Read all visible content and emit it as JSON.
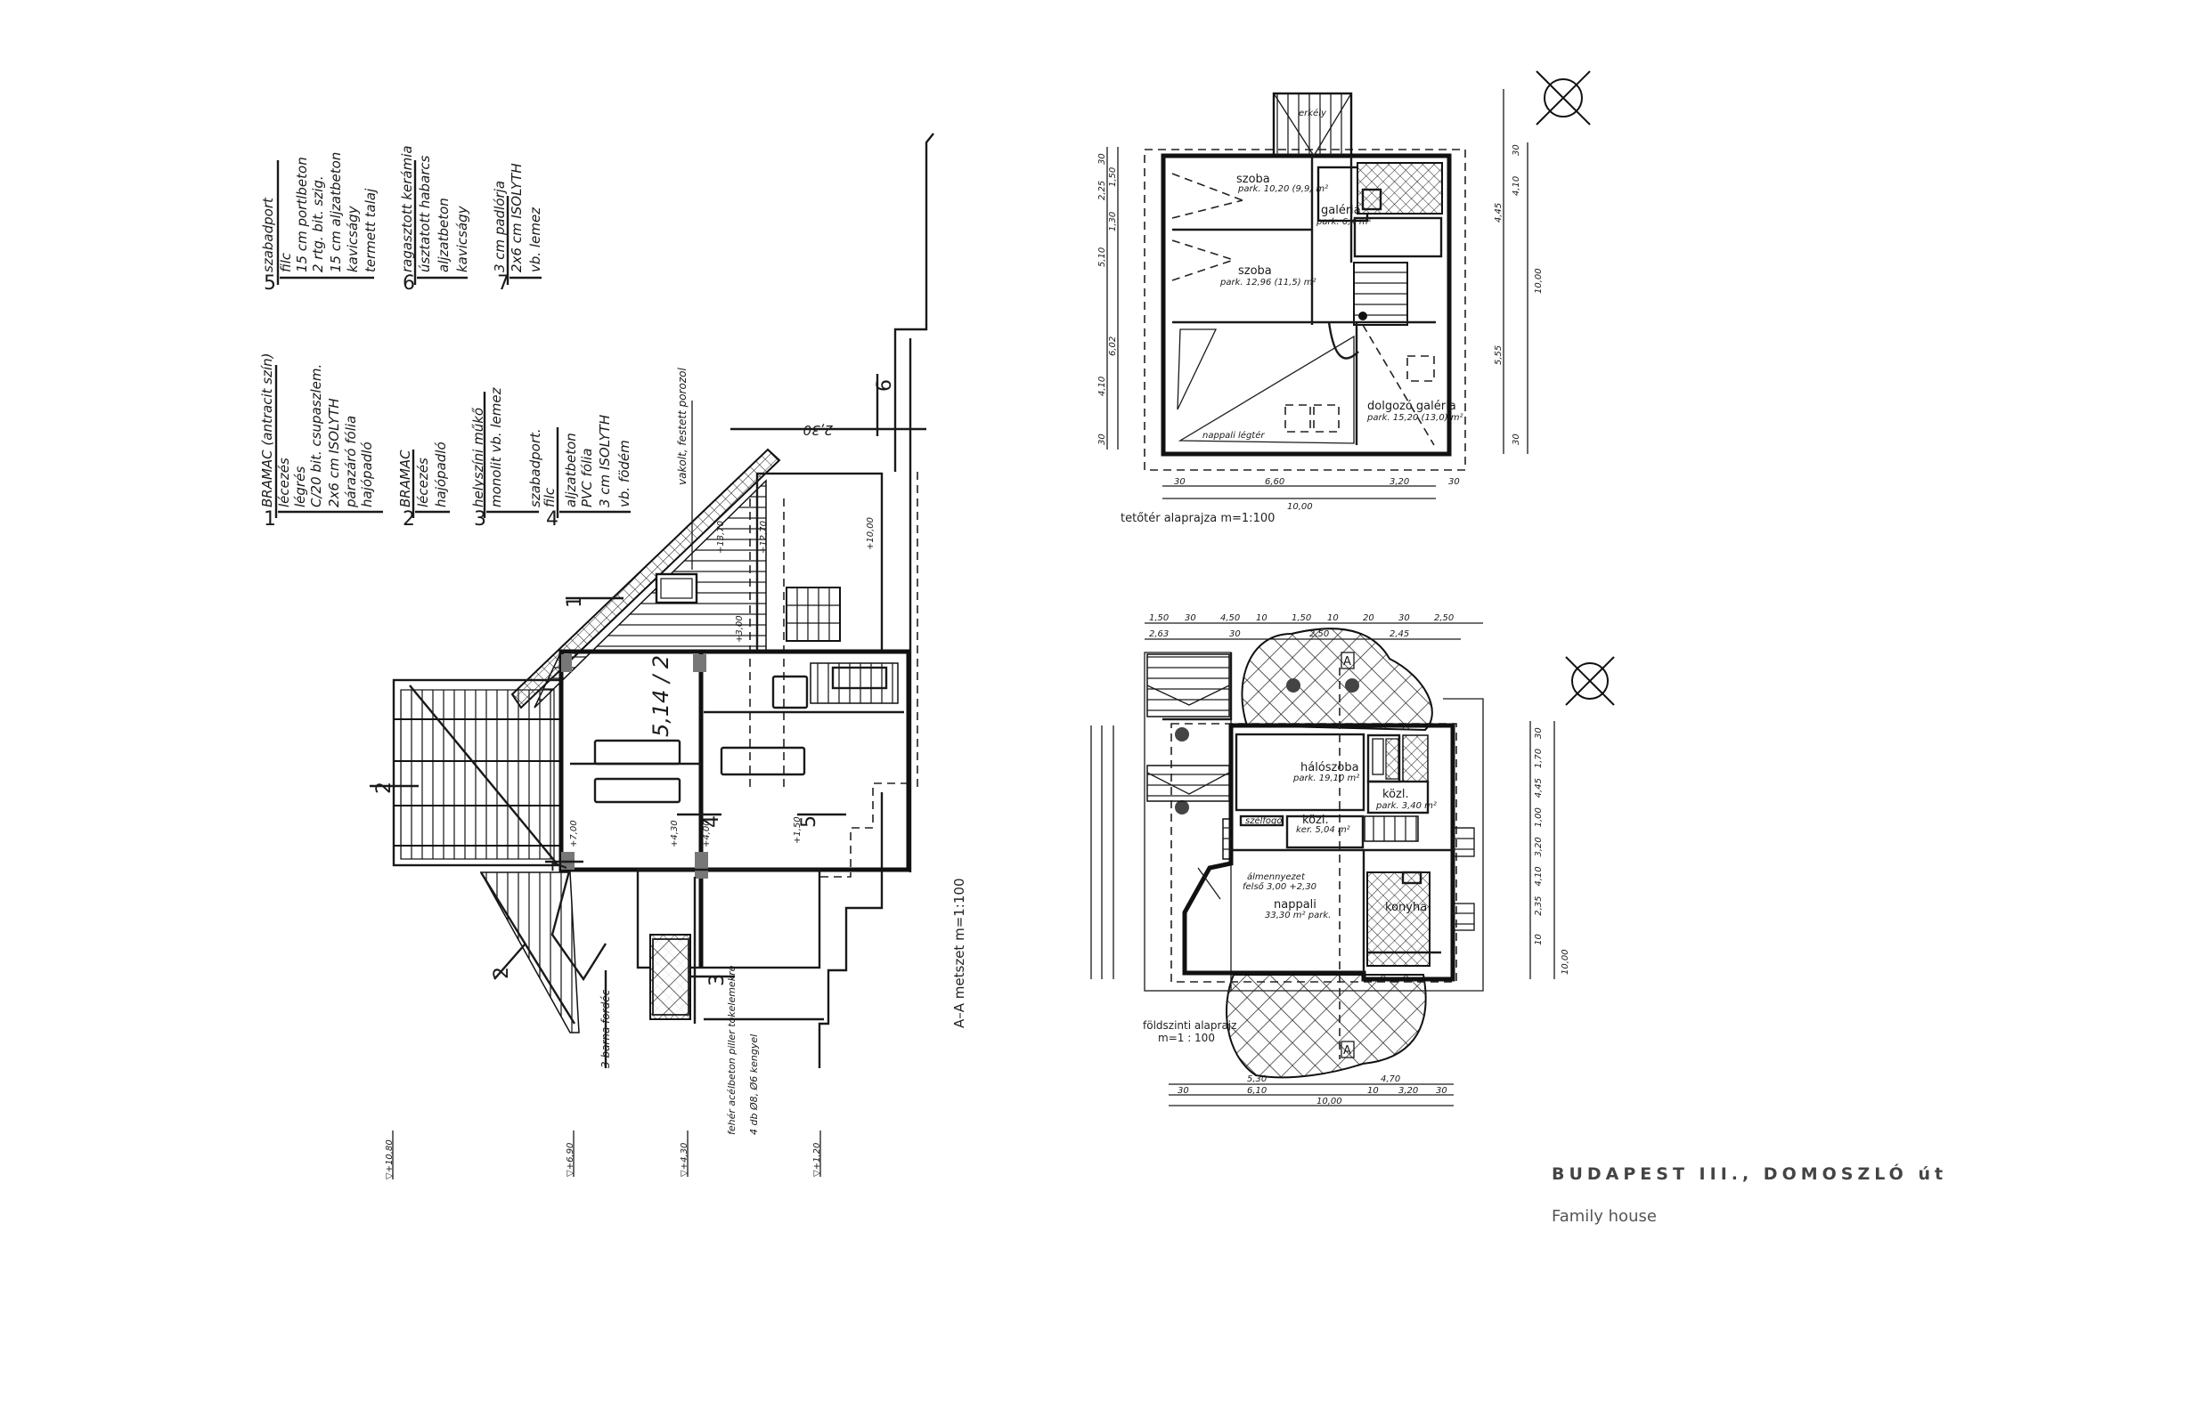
{
  "project": {
    "title": "BUDAPEST III., DOMOSZLÓ út",
    "subtitle": "Family house"
  },
  "section": {
    "caption": "A–A metszet m=1:100",
    "legend": [
      {
        "num": "1",
        "lines": [
          "BRAMAC (antracit szín)",
          "lécezés",
          "légrés",
          "C/20 bit. csupaszlem.",
          "2x6 cm ISOLYTH",
          "párazáró fólia",
          "hajópadló"
        ]
      },
      {
        "num": "2",
        "lines": [
          "BRAMAC",
          "lécezés",
          "hajópadló"
        ]
      },
      {
        "num": "3",
        "lines": [
          "helyszíni műkő",
          "monolit vb. lemez",
          "szabadport."
        ]
      },
      {
        "num": "4",
        "lines": [
          "filc",
          "aljzatbeton",
          "PVC fólia",
          "3 cm ISOLYTH",
          "vb. födém"
        ]
      },
      {
        "num": "5",
        "lines": [
          "szabadport",
          "filc",
          "15 cm portlbeton",
          "2 rtg. bit. szig.",
          "15 cm aljzatbeton",
          "kavicságy",
          "termett talaj"
        ]
      },
      {
        "num": "6",
        "lines": [
          "ragasztott kerámia",
          "úsztatott habarcs",
          "aljzatbeton",
          "kavicságy"
        ]
      },
      {
        "num": "7",
        "lines": [
          "3 cm padlórja",
          "2x6 cm ISOLYTH",
          "vb. lemez"
        ]
      }
    ],
    "markers": [
      "1",
      "2",
      "3",
      "4",
      "5",
      "6",
      "7"
    ],
    "room_mark": "5,14 / 2",
    "elevations": [
      "+13,70",
      "+12,70",
      "+10,00",
      "+3,00",
      "+7,00",
      "+4,30",
      "+4,00",
      "+1,50"
    ],
    "levels": [
      "▽+10,80",
      "▽+6,90",
      "▽+4,30",
      "▽+1,20"
    ],
    "notes": [
      "vakolt, festett porozol",
      "3 barna fordéc",
      "fehér acélbeton piller tokelemekre",
      "4 db Ø8, Ø6 kengyel"
    ],
    "dim_top": "2,30"
  },
  "attic_plan": {
    "caption": "tetőtér alaprajza m=1:100",
    "rooms": [
      {
        "name": "erkély",
        "area": ""
      },
      {
        "name": "szoba",
        "area": "park. 10,20 (9,9) m²"
      },
      {
        "name": "galéria",
        "area": "park. 6,4 m²"
      },
      {
        "name": "szoba",
        "area": "park. 12,96 (11,5) m²"
      },
      {
        "name": "dolgozó galéria",
        "area": "park. 15,20 (13,0) m²"
      },
      {
        "name": "nappali légtér",
        "area": ""
      }
    ],
    "dims_bottom": [
      "30",
      "6,60",
      "3,20",
      "30",
      "10,00"
    ],
    "dims_left": [
      "30",
      "1,50",
      "2,25",
      "1,30",
      "5,10",
      "4,10",
      "6,02",
      "30"
    ],
    "dims_right": [
      "30",
      "4,10",
      "4,45",
      "10,00",
      "5,55",
      "30"
    ]
  },
  "ground_plan": {
    "caption": "földszinti alaprajz",
    "scale": "m=1 : 100",
    "rooms": [
      {
        "name": "hálószoba",
        "area": "park. 19,10 m²"
      },
      {
        "name": "közl.",
        "area": "park. 3,40 m²"
      },
      {
        "name": "közl.",
        "area": "ker. 5,04 m²"
      },
      {
        "name": "szélfogó",
        "area": ""
      },
      {
        "name": "nappali",
        "area": "33,30 m² park."
      },
      {
        "name": "konyha",
        "area": ""
      },
      {
        "name": "álmennyezet",
        "area": "felső 3,00 +2,30"
      }
    ],
    "section_marks": [
      "A",
      "A"
    ],
    "dims_top": [
      "1,50",
      "30",
      "4,50",
      "10",
      "1,50",
      "10",
      "20",
      "30",
      "2,50",
      "2,63",
      "30",
      "2,50",
      "2,45"
    ],
    "dims_bottom": [
      "5,30",
      "4,70",
      "30",
      "6,10",
      "10",
      "3,20",
      "30",
      "10,00"
    ],
    "dims_right": [
      "30",
      "1,70",
      "4,45",
      "1,00",
      "3,20",
      "4,10",
      "2,35",
      "10",
      "10,00"
    ]
  },
  "colors": {
    "ink": "#1a1a1a",
    "title": "#444444",
    "subtitle": "#555555"
  }
}
